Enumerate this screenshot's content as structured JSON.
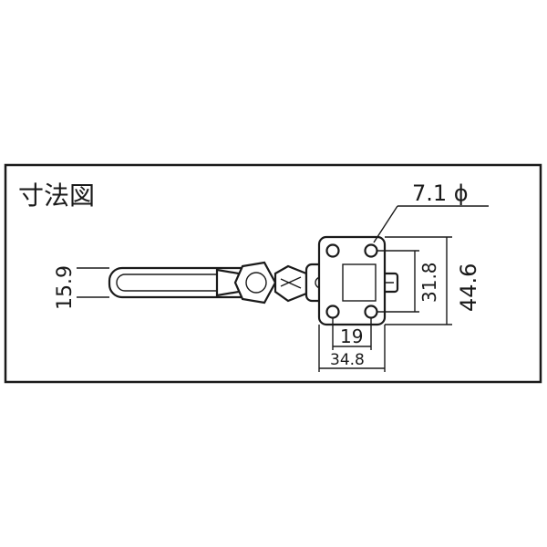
{
  "title": "寸法図",
  "dimensions": {
    "hole_diameter": "7.1 ϕ",
    "handle_height": "15.9",
    "hole_spacing_vertical": "31.8",
    "base_height": "44.6",
    "hole_spacing_horizontal": "19",
    "base_width": "34.8"
  },
  "colors": {
    "line": "#1a1a1a",
    "background": "#ffffff"
  }
}
